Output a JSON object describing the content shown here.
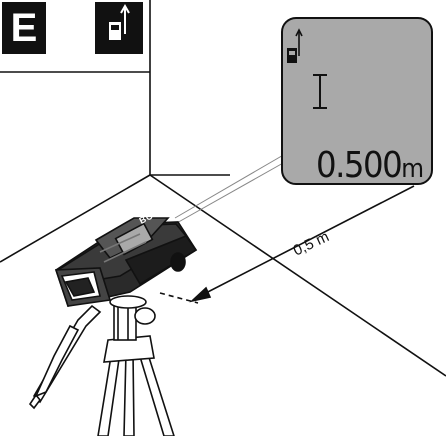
{
  "figure_letter": "E",
  "mode_icon": "rear-reference-icon",
  "display": {
    "mode_icon": "rear-reference-icon",
    "cursor_icon": "text-cursor-icon",
    "value": "0.500",
    "unit": "m"
  },
  "dimension_label": "0,5 m",
  "device_brand": "BOSCH",
  "colors": {
    "screen": "#a9a9a9",
    "outline": "#111111",
    "background": "#ffffff"
  }
}
